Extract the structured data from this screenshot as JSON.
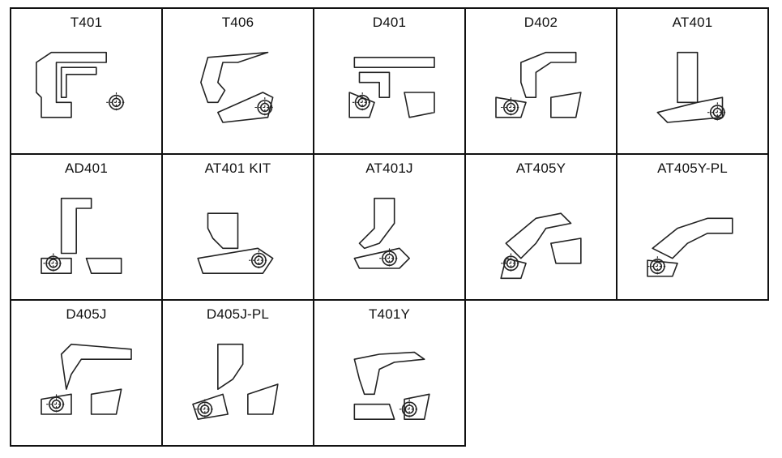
{
  "cells": [
    {
      "label": "T401"
    },
    {
      "label": "T406"
    },
    {
      "label": "D401"
    },
    {
      "label": "D402"
    },
    {
      "label": "AT401"
    },
    {
      "label": "AD401"
    },
    {
      "label": "AT401 KIT"
    },
    {
      "label": "AT401J"
    },
    {
      "label": "AT405Y"
    },
    {
      "label": "AT405Y-PL"
    },
    {
      "label": "D405J"
    },
    {
      "label": "D405J-PL"
    },
    {
      "label": "T401Y"
    }
  ]
}
